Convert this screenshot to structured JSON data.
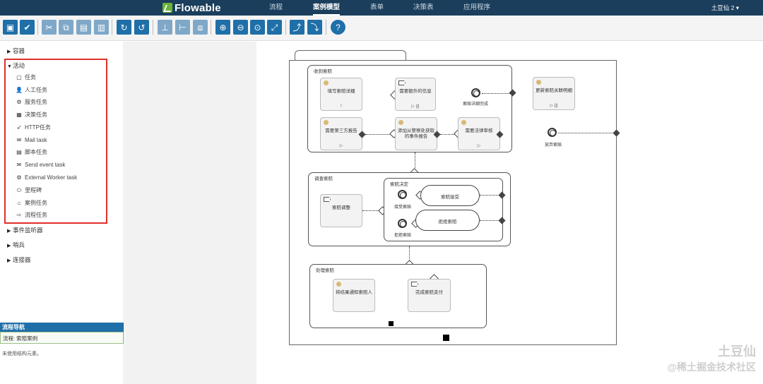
{
  "brand": {
    "name": "Flowable",
    "color": "#6bb33a",
    "nav_bg": "#1a3e5c"
  },
  "nav": {
    "items": [
      {
        "label": "流程"
      },
      {
        "label": "案例模型"
      },
      {
        "label": "表单"
      },
      {
        "label": "决策表"
      },
      {
        "label": "应用程序"
      }
    ],
    "user": "土豆仙 2 ▾"
  },
  "toolbar": {
    "buttons": [
      {
        "icon": "save-icon"
      },
      {
        "icon": "check-icon"
      },
      {
        "icon": "cut-icon"
      },
      {
        "icon": "copy-icon"
      },
      {
        "icon": "paste-icon"
      },
      {
        "icon": "delete-icon"
      },
      {
        "icon": "redo-icon"
      },
      {
        "icon": "undo-icon"
      },
      {
        "icon": "align-horizontal-icon"
      },
      {
        "icon": "align-vertical-icon"
      },
      {
        "icon": "same-size-icon"
      },
      {
        "icon": "zoom-in-icon"
      },
      {
        "icon": "zoom-out-icon"
      },
      {
        "icon": "zoom-actual-icon"
      },
      {
        "icon": "zoom-fit-icon"
      },
      {
        "icon": "bendpoint-add-icon"
      },
      {
        "icon": "bendpoint-remove-icon"
      },
      {
        "icon": "help-icon"
      }
    ]
  },
  "palette": {
    "groups": [
      {
        "label": "容器",
        "expanded": false
      },
      {
        "label": "活动",
        "expanded": true
      },
      {
        "label": "事件监听器",
        "expanded": false
      },
      {
        "label": "哨兵",
        "expanded": false
      },
      {
        "label": "连接器",
        "expanded": false
      }
    ],
    "activity_items": [
      {
        "label": "任务",
        "icon": "square-icon"
      },
      {
        "label": "人工任务",
        "icon": "user-icon"
      },
      {
        "label": "服务任务",
        "icon": "gear-icon"
      },
      {
        "label": "决策任务",
        "icon": "table-icon"
      },
      {
        "label": "HTTP任务",
        "icon": "rocket-icon"
      },
      {
        "label": "Mail task",
        "icon": "mail-icon"
      },
      {
        "label": "脚本任务",
        "icon": "script-icon"
      },
      {
        "label": "Send event task",
        "icon": "envelope-icon"
      },
      {
        "label": "External Worker task",
        "icon": "gear-icon"
      },
      {
        "label": "里程碑",
        "icon": "milestone-icon"
      },
      {
        "label": "案例任务",
        "icon": "case-icon"
      },
      {
        "label": "流程任务",
        "icon": "process-icon"
      }
    ],
    "highlight_color": "#e0302a"
  },
  "navigator": {
    "title": "流程导航",
    "flow": "流程: 索赔案例",
    "unused": "未使用结构元素。"
  },
  "diagram": {
    "stages": {
      "receive": "收到索赔",
      "investigate": "调查索赔",
      "decision": "索赔决定",
      "handle": "处理索赔"
    },
    "tasks": {
      "fill_details": "填写索赔详细",
      "more_info": "需要额外的信息",
      "update_related": "更新索赔关联明细",
      "third_party": "需要第三方报告",
      "police_report": "添加从警察处获取的事件报告",
      "legal_review": "需要法律审核",
      "adjust": "索赔调整",
      "approve": "索赔接受",
      "reject": "拒绝索赔",
      "notify": "将结果通知索赔人",
      "pay": "完成索赔支付"
    },
    "events": {
      "details_done": "索赔详细完成",
      "abandon": "放弃索赔",
      "accept": "接受索赔",
      "decline": "拒绝索赔"
    },
    "markers": {
      "manual": "!",
      "play": "▷",
      "play_bars": "▷ |||"
    }
  },
  "watermark": {
    "line1": "土豆仙",
    "line2": "@稀土掘金技术社区"
  }
}
